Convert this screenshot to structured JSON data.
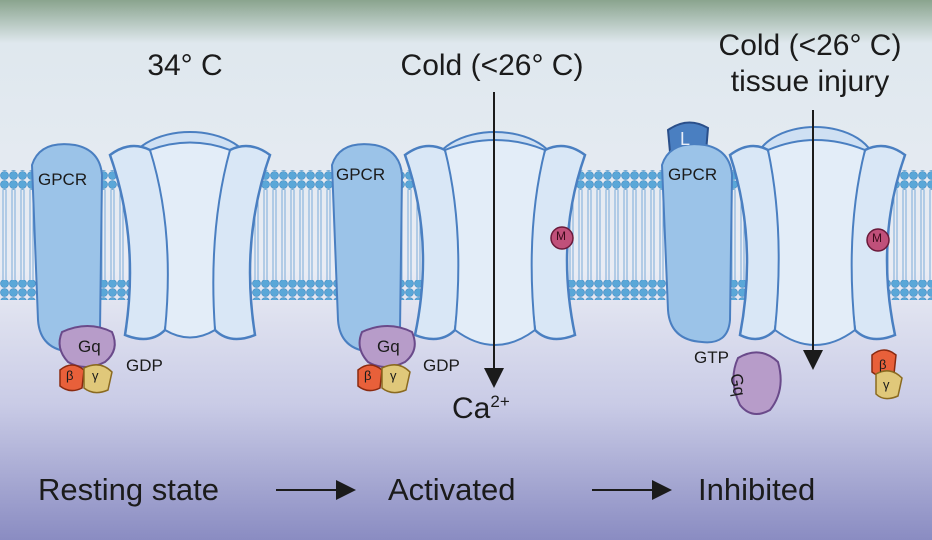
{
  "panels": [
    {
      "header": [
        "34° C"
      ],
      "gpcr": "GPCR",
      "gq": "Gq",
      "beta": "β",
      "gamma": "γ",
      "nucleotide": "GDP"
    },
    {
      "header": [
        "Cold (<26° C)"
      ],
      "gpcr": "GPCR",
      "gq": "Gq",
      "beta": "β",
      "gamma": "γ",
      "nucleotide": "GDP",
      "ion": "Ca",
      "ion_charge": "2+",
      "m_label": "M"
    },
    {
      "header": [
        "Cold (<26° C)",
        "tissue injury"
      ],
      "gpcr": "GPCR",
      "gq": "Gq",
      "beta": "β",
      "gamma": "γ",
      "nucleotide": "GTP",
      "m_label": "M",
      "ligand": "L"
    }
  ],
  "states": [
    "Resting state",
    "Activated",
    "Inhibited"
  ],
  "state_arrow": "⟶",
  "colors": {
    "background_top": "#8aa48e",
    "background_bottom": "#8a8cc2",
    "membrane_head": "#5aa7d8",
    "channel_fill": "#cfe0f3",
    "channel_stroke": "#4a7fc1",
    "gq_fill": "#b79cc9",
    "beta_fill": "#e8603a",
    "gamma_fill": "#e0c87a",
    "m_fill": "#c0507a",
    "ligand_fill": "#4a7fc1"
  }
}
